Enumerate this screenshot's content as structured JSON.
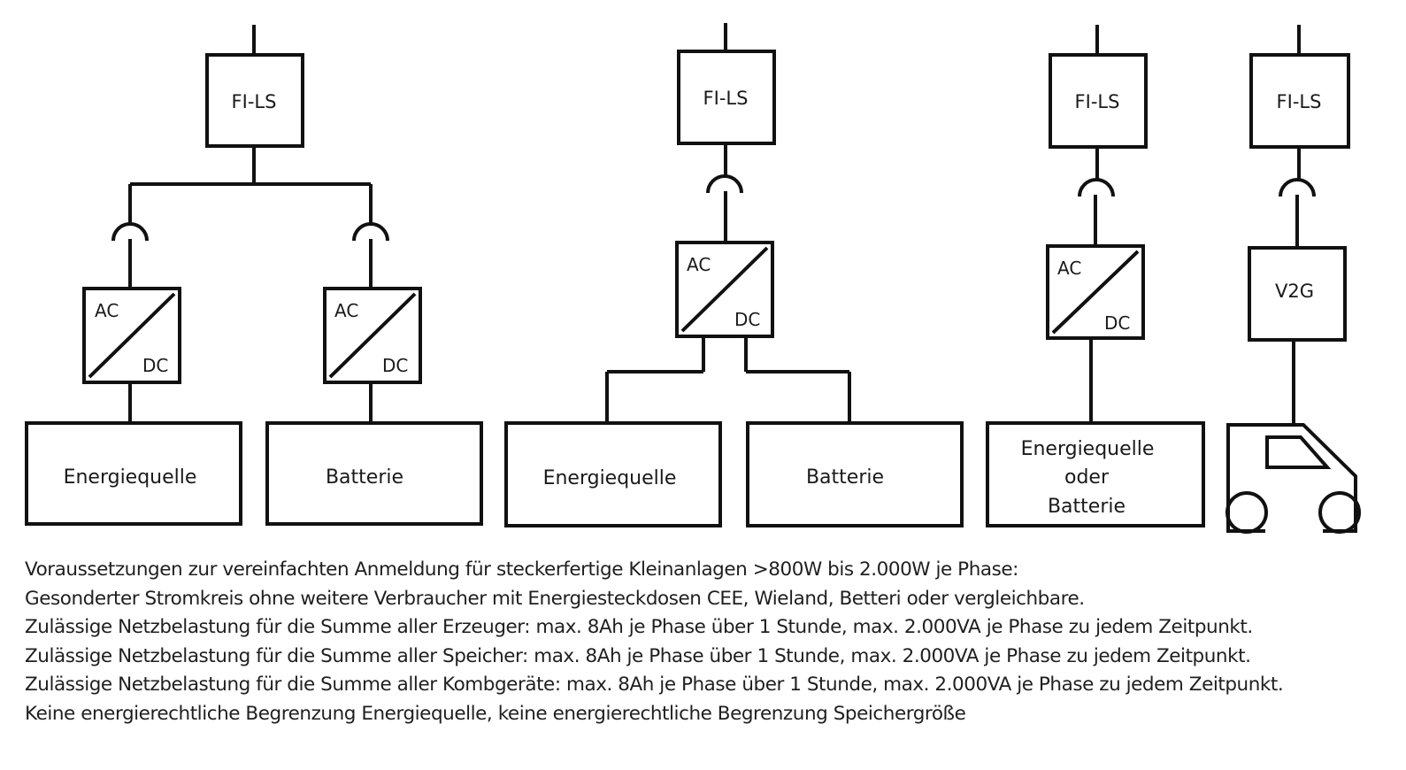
{
  "labels": {
    "fi_ls": "FI-LS",
    "ac": "AC",
    "dc": "DC",
    "energiequelle": "Energiequelle",
    "batterie": "Batterie",
    "combo_line1": "Energiequelle",
    "combo_line2": "oder",
    "combo_line3": "Batterie",
    "v2g": "V2G"
  },
  "notes": [
    "Voraussetzungen zur vereinfachten Anmeldung für steckerfertige Kleinanlagen >800W bis 2.000W je Phase:",
    "Gesonderter Stromkreis ohne weitere Verbraucher mit Energiesteckdosen CEE, Wieland, Betteri oder vergleichbare.",
    "Zulässige Netzbelastung für die Summe aller Erzeuger: max. 8Ah je Phase über 1 Stunde, max. 2.000VA je Phase zu jedem Zeitpunkt.",
    "Zulässige Netzbelastung für die Summe aller Speicher: max. 8Ah je Phase über 1 Stunde, max. 2.000VA je Phase zu jedem Zeitpunkt.",
    "Zulässige Netzbelastung für die Summe aller Kombgeräte: max. 8Ah je Phase über 1 Stunde, max. 2.000VA je Phase zu jedem Zeitpunkt.",
    "Keine energierechtliche Begrenzung Energiequelle, keine energierechtliche Begrenzung Speichergröße"
  ]
}
